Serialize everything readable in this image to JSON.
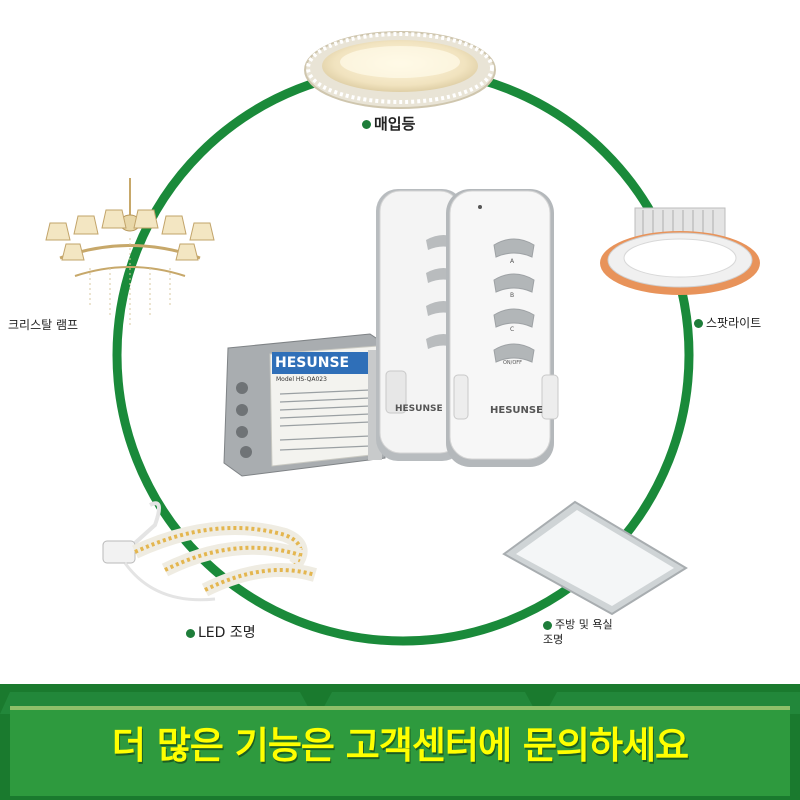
{
  "labels": {
    "ceiling": "매입등",
    "chandelier": "크리스탈 램프",
    "spot": "스팟라이트",
    "led": "LED 조명",
    "panel": "주방 및 욕실 조명"
  },
  "receiver": {
    "brand": "HESUNSE",
    "model": "Model HS-QA023"
  },
  "remote": {
    "brand": "HESUNSE",
    "button_labels": [
      "A",
      "B",
      "C",
      "ON/OFF"
    ]
  },
  "banner": {
    "text": "더 많은 기능은 고객센터에 문의하세요"
  },
  "colors": {
    "ring": "#1a8a3a",
    "banner": "#1a7a2e",
    "banner_text": "#ffff00"
  },
  "icons": {
    "ceiling": "ceiling-light-icon",
    "chandelier": "chandelier-icon",
    "spot": "spotlight-icon",
    "led": "led-strip-icon",
    "panel": "panel-light-icon"
  }
}
